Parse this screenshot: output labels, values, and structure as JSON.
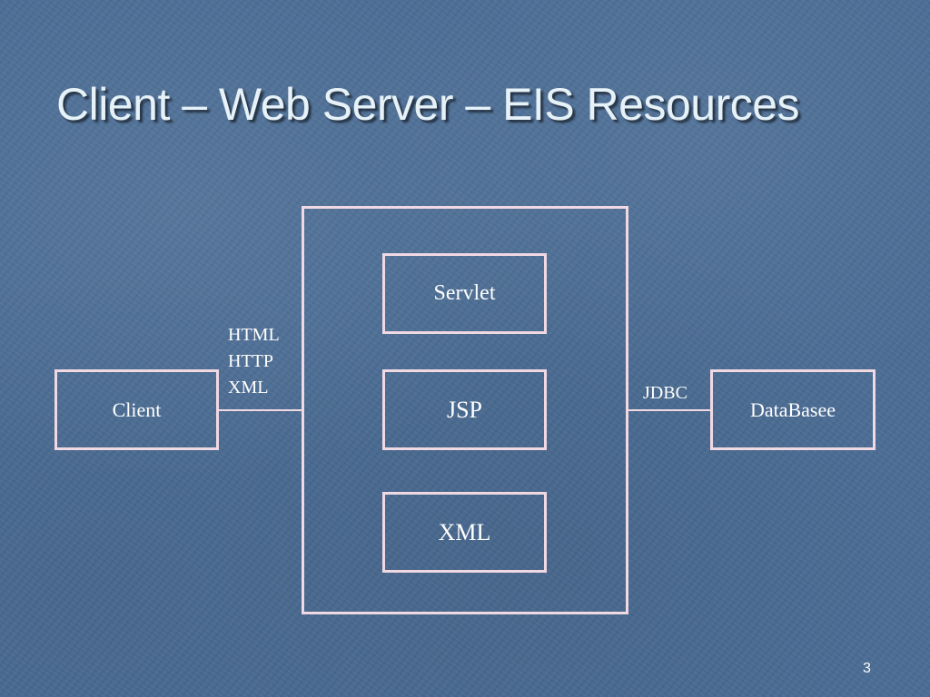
{
  "slide": {
    "title": "Client – Web Server – EIS Resources",
    "page_number": "3"
  },
  "diagram": {
    "client_label": "Client",
    "database_label": "DataBasee",
    "server_components": [
      "Servlet",
      "JSP",
      "XML"
    ],
    "client_protocols": [
      "HTML",
      "HTTP",
      "XML"
    ],
    "database_protocol": "JDBC"
  },
  "colors": {
    "background": "#4b6d95",
    "box_border": "#f1d9e3",
    "title_text": "#e6f2f8",
    "body_text": "#ffffff"
  }
}
